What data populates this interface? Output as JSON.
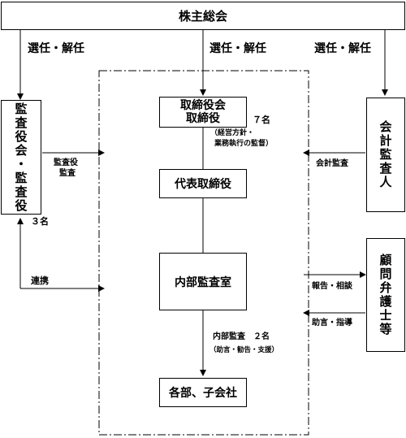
{
  "nodes": {
    "shareholders": "株主総会",
    "board_line1": "取締役会",
    "board_line2": "取締役",
    "representative": "代表取締役",
    "internal_audit": "内部監査室",
    "departments": "各部、子会社",
    "auditors": "監査役会・監査役",
    "accounting_auditor": "会計監査人",
    "legal_advisor": "顧問弁護士等"
  },
  "labels": {
    "elect_left": "選任・解任",
    "elect_center": "選任・解任",
    "elect_right": "選任・解任",
    "board_count": "７名",
    "board_note_line1": "（経営方針・",
    "board_note_line2": "業務執行の監督）",
    "auditor_audit_line1": "監査役",
    "auditor_audit_line2": "監査",
    "auditor_count": "３名",
    "cooperation": "連携",
    "accounting_audit": "会計監査",
    "report_consult": "報告・相談",
    "advice_guidance": "助言・指導",
    "internal_audit_count": "内部監査　２名",
    "internal_audit_note": "（助言・勧告・支援）"
  }
}
